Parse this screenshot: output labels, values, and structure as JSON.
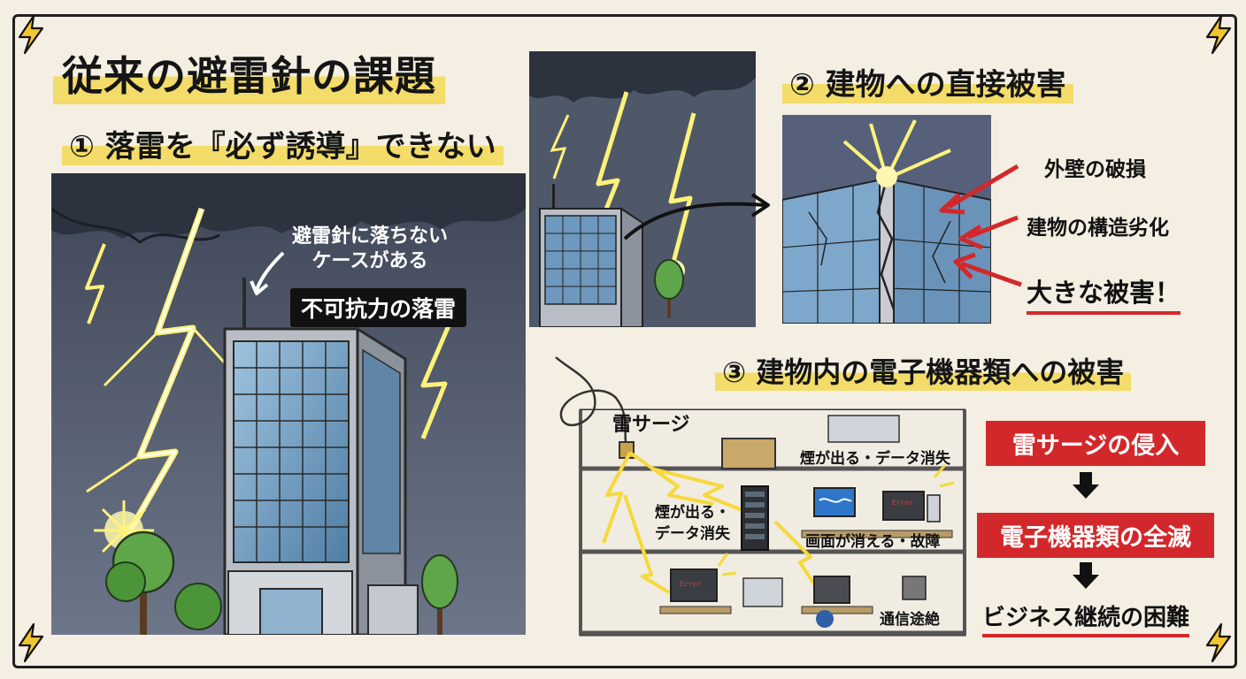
{
  "main_title": "従来の避雷針の課題",
  "section1": {
    "heading": "① 落雷を『必ず誘導』できない",
    "callout": "避雷針に落ちない\nケースがある",
    "badge": "不可抗力の落雷"
  },
  "section2": {
    "heading": "② 建物への直接被害",
    "labels": [
      "外壁の破損",
      "建物の構造劣化",
      "大きな被害！"
    ]
  },
  "section3": {
    "heading": "③ 建物内の電子機器類への被害",
    "surge_label": "雷サージ",
    "annotations": {
      "top_right": "煙が出る・データ消失",
      "mid_left": "煙が出る・\nデータ消失",
      "mid_right": "画面が消える・故障",
      "bottom_right": "通信途絶"
    },
    "screen_text": "Error",
    "flow": [
      "雷サージの侵入",
      "電子機器類の全滅",
      "ビジネス継続の困難"
    ]
  },
  "colors": {
    "background": "#f4efe2",
    "highlight": "#f3dc6a",
    "storm_sky": "#4f5869",
    "lightning": "#fff27a",
    "arrow_red": "#d3282b",
    "text": "#111111"
  },
  "icons": [
    "lightning-bolt-icon",
    "down-arrow-icon",
    "curved-arrow-icon"
  ]
}
